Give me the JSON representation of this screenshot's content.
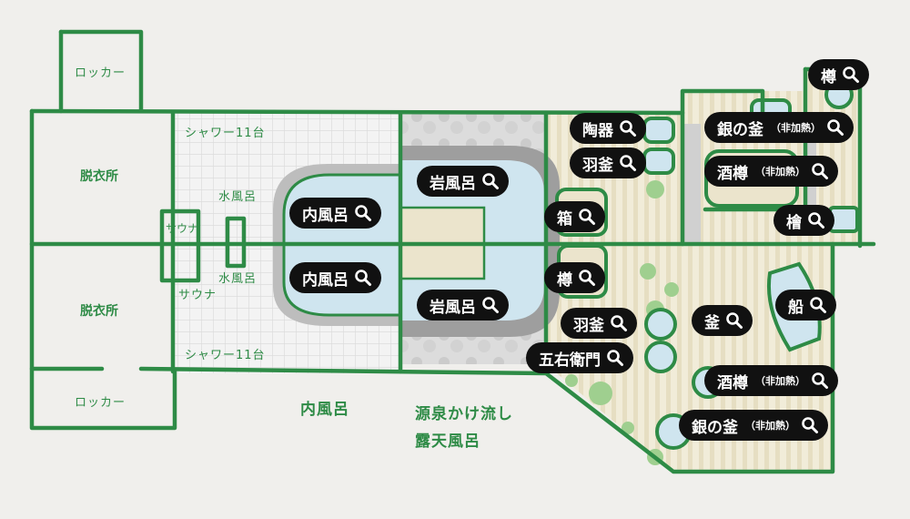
{
  "labels": {
    "locker": "ロッカー",
    "dressing_room": "脱衣所",
    "shower": "シャワー11台",
    "cold_bath": "水風呂",
    "sauna": "サウナ",
    "indoor_bath": "内風呂",
    "open_air": "源泉かけ流し\n露天風呂"
  },
  "buttons": {
    "indoor_bath": "内風呂",
    "rock_bath": "岩風呂",
    "pottery": "陶器",
    "hagama": "羽釜",
    "box": "箱",
    "barrel": "樽",
    "goemon": "五右衛門",
    "silver_pot": "銀の釜",
    "sake_barrel": "酒樽",
    "hinoki": "檜",
    "pot": "釜",
    "boat": "船",
    "unheated": "（非加熱）"
  },
  "colors": {
    "wall": "#2e8b46",
    "water": "#cfe5ef",
    "rock": "#c7c7c7",
    "deck": "#ebe4cc",
    "tile": "#e2e2e2",
    "pill": "#111111"
  }
}
